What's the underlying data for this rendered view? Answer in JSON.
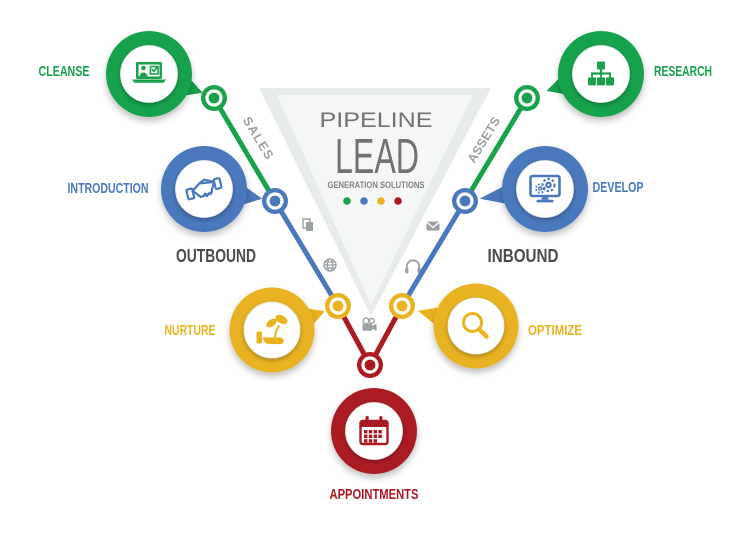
{
  "colors": {
    "green": "#17a24b",
    "blue": "#4a78bc",
    "yellow": "#e8b220",
    "red": "#ab1a23",
    "label_dark": "#4a4b4d",
    "title_gray": "#717275",
    "subtitle_gray": "#7f8184",
    "path_gray": "#9aa0a3",
    "icon_gray": "#9aa0a3",
    "funnel_outer": "#e8ebec",
    "funnel_inner": "#f5f7f7"
  },
  "title": {
    "brand_top": "PIPELINE",
    "brand_main": "LEAD",
    "brand_sub": "GENERATION SOLUTIONS"
  },
  "paths": {
    "left": "SALES",
    "right": "ASSETS"
  },
  "groups": {
    "left": "OUTBOUND",
    "right": "INBOUND"
  },
  "nodes": [
    {
      "id": "cleanse",
      "label": "CLEANSE",
      "color": "green",
      "icon": "laptop-user-check-icon"
    },
    {
      "id": "research",
      "label": "RESEARCH",
      "color": "green",
      "icon": "sitemap-icon"
    },
    {
      "id": "introduction",
      "label": "INTRODUCTION",
      "color": "blue",
      "icon": "handshake-icon"
    },
    {
      "id": "develop",
      "label": "DEVELOP",
      "color": "blue",
      "icon": "monitor-gears-icon"
    },
    {
      "id": "nurture",
      "label": "NURTURE",
      "color": "yellow",
      "icon": "hand-plant-icon"
    },
    {
      "id": "optimize",
      "label": "OPTIMIZE",
      "color": "yellow",
      "icon": "magnifier-icon"
    },
    {
      "id": "appointments",
      "label": "APPOINTMENTS",
      "color": "red",
      "icon": "calendar-icon"
    }
  ],
  "funnel_dots": [
    "green",
    "blue",
    "yellow",
    "red"
  ],
  "funnel_icons": [
    "copy-icon",
    "envelope-icon",
    "globe-icon",
    "headphones-icon",
    "video-camera-icon"
  ]
}
